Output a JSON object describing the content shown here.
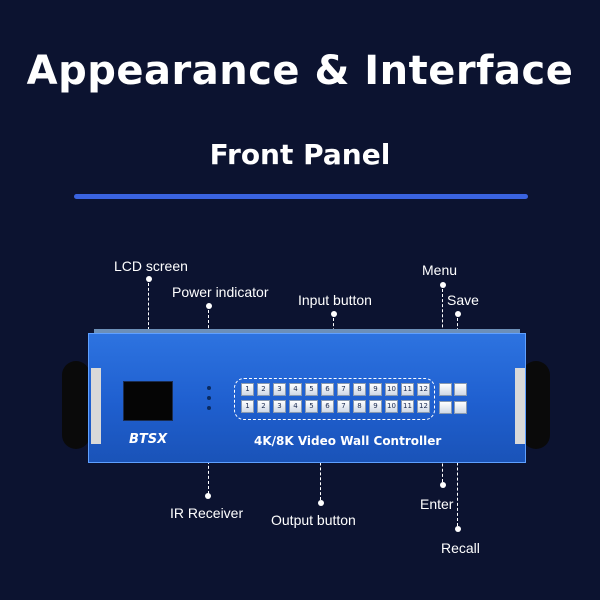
{
  "header": {
    "title": "Appearance & Interface",
    "subtitle": "Front Panel"
  },
  "callouts": {
    "lcd_screen": "LCD  screen",
    "power_indicator": "Power indicator",
    "input_button": "Input button",
    "menu": "Menu",
    "save": "Save",
    "ir_receiver": "IR Receiver",
    "output_button": "Output button",
    "enter": "Enter",
    "recall": "Recall"
  },
  "device": {
    "brand": "BTSX",
    "model": "4K/8K Video Wall Controller",
    "input_keys": [
      "1",
      "2",
      "3",
      "4",
      "5",
      "6",
      "7",
      "8",
      "9",
      "10",
      "11",
      "12"
    ],
    "output_keys": [
      "1",
      "2",
      "3",
      "4",
      "5",
      "6",
      "7",
      "8",
      "9",
      "10",
      "11",
      "12"
    ]
  },
  "colors": {
    "background": "#0c1330",
    "accent": "#3a63e0",
    "device_blue": "#1f5fcf"
  }
}
